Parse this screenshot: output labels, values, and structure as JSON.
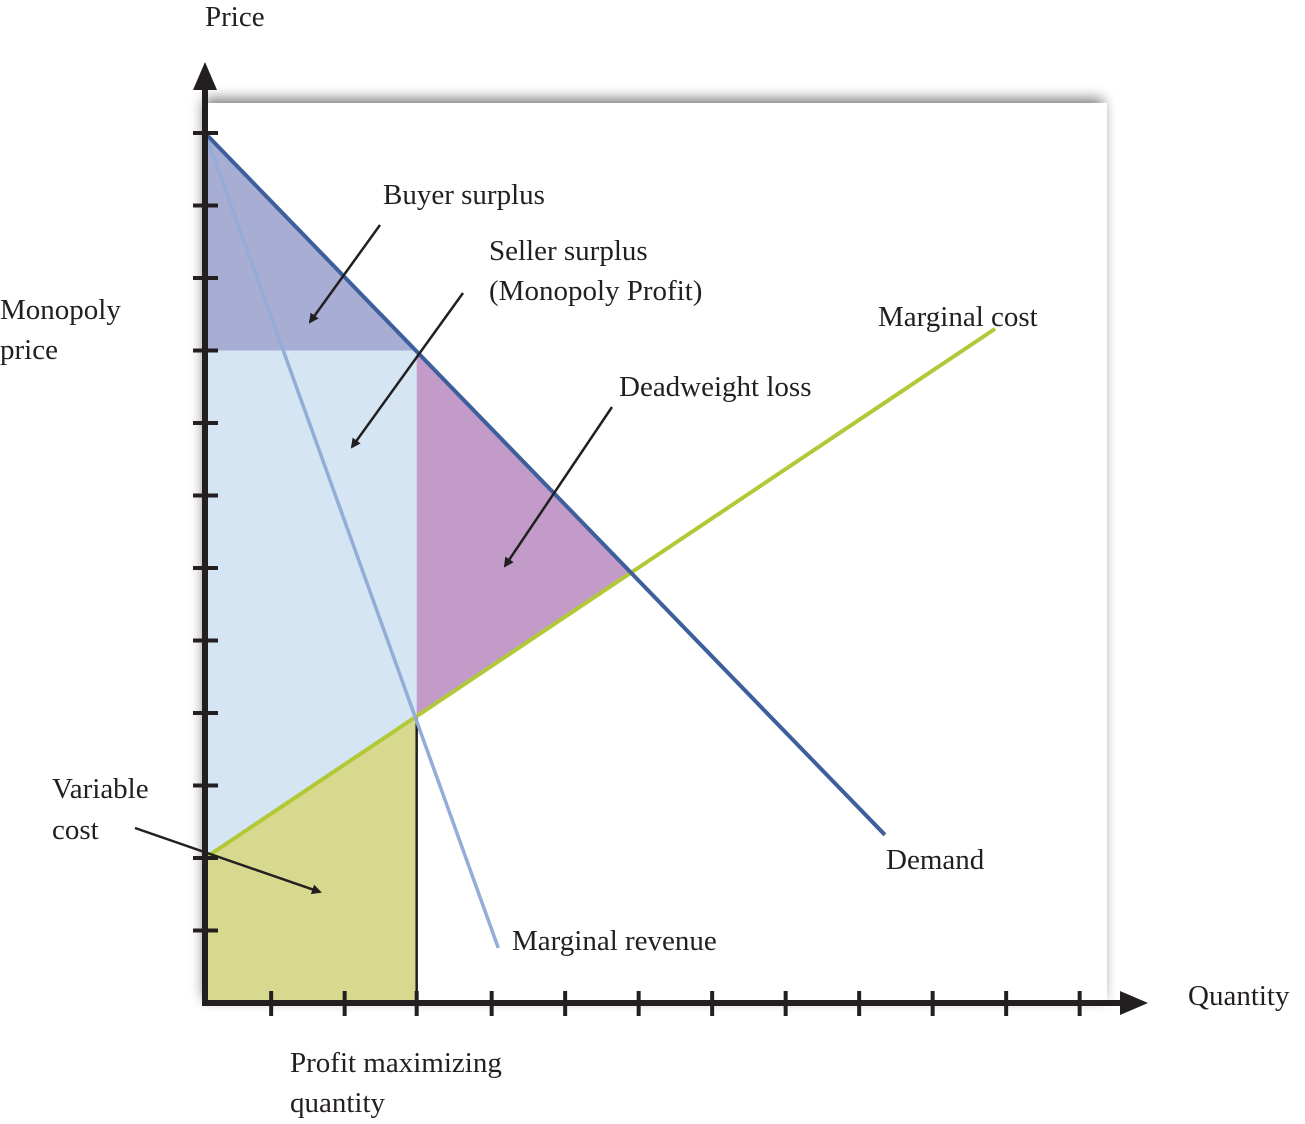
{
  "chart_data": {
    "type": "line",
    "title": "",
    "xlabel": "Quantity",
    "ylabel": "Price",
    "xlim": [
      0,
      12.5
    ],
    "ylim": [
      0,
      12.5
    ],
    "x_ticks": [
      0.9,
      1.9,
      2.88,
      3.9,
      4.9,
      5.9,
      6.9,
      7.9,
      8.9,
      9.9,
      10.9,
      11.9
    ],
    "y_ticks": [
      1,
      2,
      3,
      4,
      5,
      6,
      7,
      8,
      9,
      10,
      11,
      12
    ],
    "grid": false,
    "series": [
      {
        "name": "Demand",
        "color": "#3d5f9c",
        "points": [
          [
            0,
            12
          ],
          [
            9.25,
            2.32
          ]
        ]
      },
      {
        "name": "Marginal revenue",
        "color": "#93acd8",
        "points": [
          [
            0,
            12
          ],
          [
            3.99,
            0.76
          ]
        ]
      },
      {
        "name": "Marginal cost",
        "color": "#b3c836",
        "points": [
          [
            0,
            2
          ],
          [
            10.75,
            9.3
          ]
        ]
      }
    ],
    "regions": [
      {
        "name": "Buyer surplus",
        "color": "#a8add3",
        "points": [
          [
            0,
            12
          ],
          [
            2.88,
            9
          ],
          [
            0,
            9
          ]
        ]
      },
      {
        "name": "Seller surplus (Monopoly Profit)",
        "color": "#d5e5f3",
        "points": [
          [
            0,
            9
          ],
          [
            2.88,
            9
          ],
          [
            2.88,
            3.96
          ],
          [
            0,
            2
          ]
        ]
      },
      {
        "name": "Deadweight loss",
        "color": "#c39bc9",
        "points": [
          [
            2.88,
            9
          ],
          [
            5.8,
            5.94
          ],
          [
            2.88,
            3.96
          ]
        ]
      },
      {
        "name": "Variable cost",
        "color": "#d7d98f",
        "points": [
          [
            0,
            0
          ],
          [
            2.88,
            0
          ],
          [
            2.88,
            3.96
          ],
          [
            0,
            2
          ]
        ]
      }
    ],
    "monopoly_price": 9,
    "profit_maximizing_quantity": 2.88,
    "annotations": {
      "buyer_surplus": "Buyer surplus",
      "seller_surplus_1": "Seller surplus",
      "seller_surplus_2": "(Monopoly Profit)",
      "deadweight_loss": "Deadweight loss",
      "marginal_cost": "Marginal cost",
      "demand": "Demand",
      "marginal_revenue": "Marginal revenue",
      "variable_cost_1": "Variable",
      "variable_cost_2": "cost",
      "monopoly_price_1": "Monopoly",
      "monopoly_price_2": "price",
      "profit_qty_1": "Profit  maximizing",
      "profit_qty_2": "quantity"
    }
  }
}
